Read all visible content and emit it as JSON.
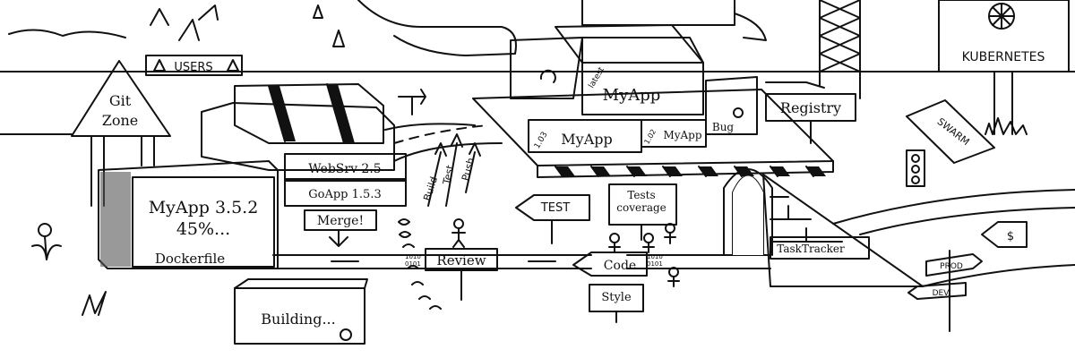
{
  "labels": {
    "users": "USERS",
    "git_zone_line1": "Git",
    "git_zone_line2": "Zone",
    "kubernetes": "KUBERNETES",
    "registry": "Registry",
    "swarm": "SWARM",
    "myapp_latest_tag": "latest",
    "myapp_crate_top": "MyApp",
    "myapp_crate_mid": "MyApp",
    "myapp_tag_103": "1.03",
    "myapp_crate_small": "MyApp",
    "myapp_tag_102": "1.02",
    "bug": "Bug",
    "websrv": "WebSrv 2.5",
    "goapp": "GoApp 1.5.3",
    "merge": "Merge!",
    "build": "Build",
    "test_arrow": "Test",
    "push": "Push",
    "myapp_main": "MyApp 3.5.2",
    "progress": "45%...",
    "dockerfile": "Dockerfile",
    "building": "Building...",
    "review": "Review",
    "test_sign": "TEST",
    "tests_coverage_line1": "Tests",
    "tests_coverage_line2": "coverage",
    "code": "Code",
    "style": "Style",
    "tasktracker": "TaskTracker",
    "prod": "PROD",
    "dev": "DEV",
    "dollar": "$",
    "binary_a": "1010",
    "binary_b": "0101"
  }
}
